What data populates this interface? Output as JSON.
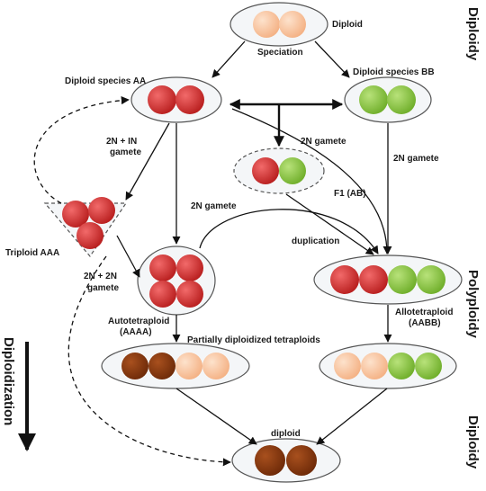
{
  "side_labels": {
    "top_right": "Diploidy",
    "middle_right": "Polyploidy",
    "bottom_right": "Diploidy",
    "left": "Diploidization"
  },
  "labels": {
    "diploid_top": "Diploid",
    "speciation": "Speciation",
    "species_aa": "Diploid species AA",
    "species_bb": "Diploid species BB",
    "gamete_2n_in_line1": "2N + IN",
    "gamete_2n_in_line2": "gamete",
    "gamete_2n_center": "2N gamete",
    "gamete_2n_right": "2N gamete",
    "gamete_2n_left": "2N gamete",
    "f1_ab": "F1 (AB)",
    "triploid": "Triploid AAA",
    "gamete_2n2n_line1": "2N + 2N",
    "gamete_2n2n_line2": "gamete",
    "duplication": "duplication",
    "autotetraploid_line1": "Autotetraploid",
    "autotetraploid_line2": "(AAAA)",
    "allotetraploid_line1": "Allotetraploid",
    "allotetraploid_line2": "(AABB)",
    "partially": "Partially diploidized tetraploids",
    "diploid_bottom": "diploid"
  },
  "colors": {
    "red": "#cf2f2f",
    "green": "#8cc63f",
    "peach": "#f8c49f",
    "brown": "#8b3a10",
    "border": "#555555"
  }
}
